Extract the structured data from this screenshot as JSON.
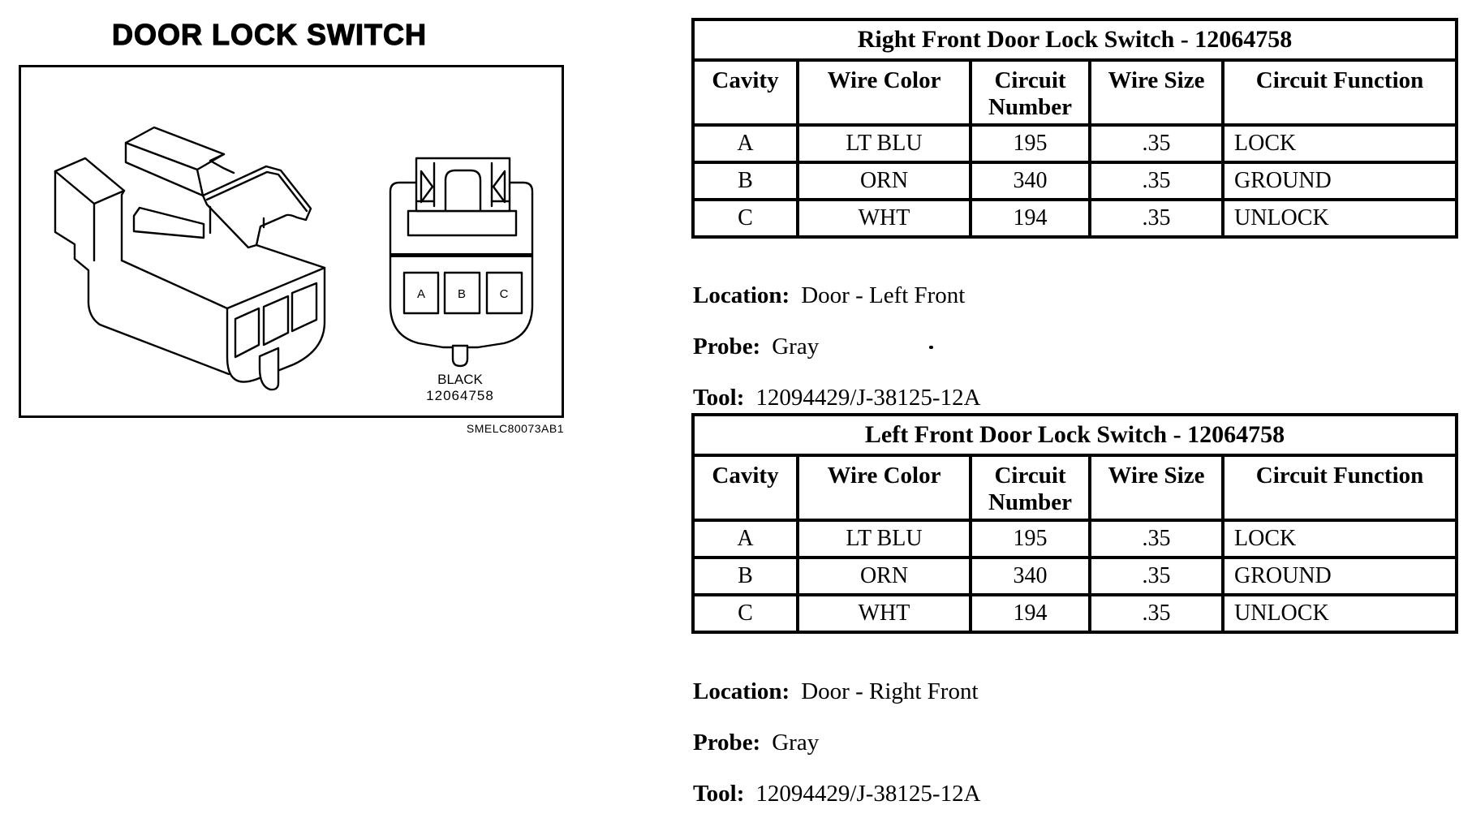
{
  "figure": {
    "title": "DOOR LOCK SWITCH",
    "code": "SMELC80073AB1",
    "connector_face": {
      "cavities": [
        "A",
        "B",
        "C"
      ],
      "color": "BLACK",
      "part_number": "12064758"
    }
  },
  "tables": [
    {
      "title": "Right Front Door Lock Switch - 12064758",
      "columns": [
        "Cavity",
        "Wire Color",
        "Circuit Number",
        "Wire Size",
        "Circuit Function"
      ],
      "rows": [
        [
          "A",
          "LT BLU",
          "195",
          ".35",
          "LOCK"
        ],
        [
          "B",
          "ORN",
          "340",
          ".35",
          "GROUND"
        ],
        [
          "C",
          "WHT",
          "194",
          ".35",
          "UNLOCK"
        ]
      ],
      "details": [
        {
          "label": "Location:",
          "value": "Door - Left Front"
        },
        {
          "label": "Probe:",
          "value": "Gray"
        },
        {
          "label": "Tool:",
          "value": "12094429/J-38125-12A"
        }
      ]
    },
    {
      "title": "Left Front Door Lock Switch - 12064758",
      "columns": [
        "Cavity",
        "Wire Color",
        "Circuit Number",
        "Wire Size",
        "Circuit Function"
      ],
      "rows": [
        [
          "A",
          "LT BLU",
          "195",
          ".35",
          "LOCK"
        ],
        [
          "B",
          "ORN",
          "340",
          ".35",
          "GROUND"
        ],
        [
          "C",
          "WHT",
          "194",
          ".35",
          "UNLOCK"
        ]
      ],
      "details": [
        {
          "label": "Location:",
          "value": "Door - Right Front"
        },
        {
          "label": "Probe:",
          "value": "Gray"
        },
        {
          "label": "Tool:",
          "value": "12094429/J-38125-12A"
        }
      ]
    }
  ]
}
